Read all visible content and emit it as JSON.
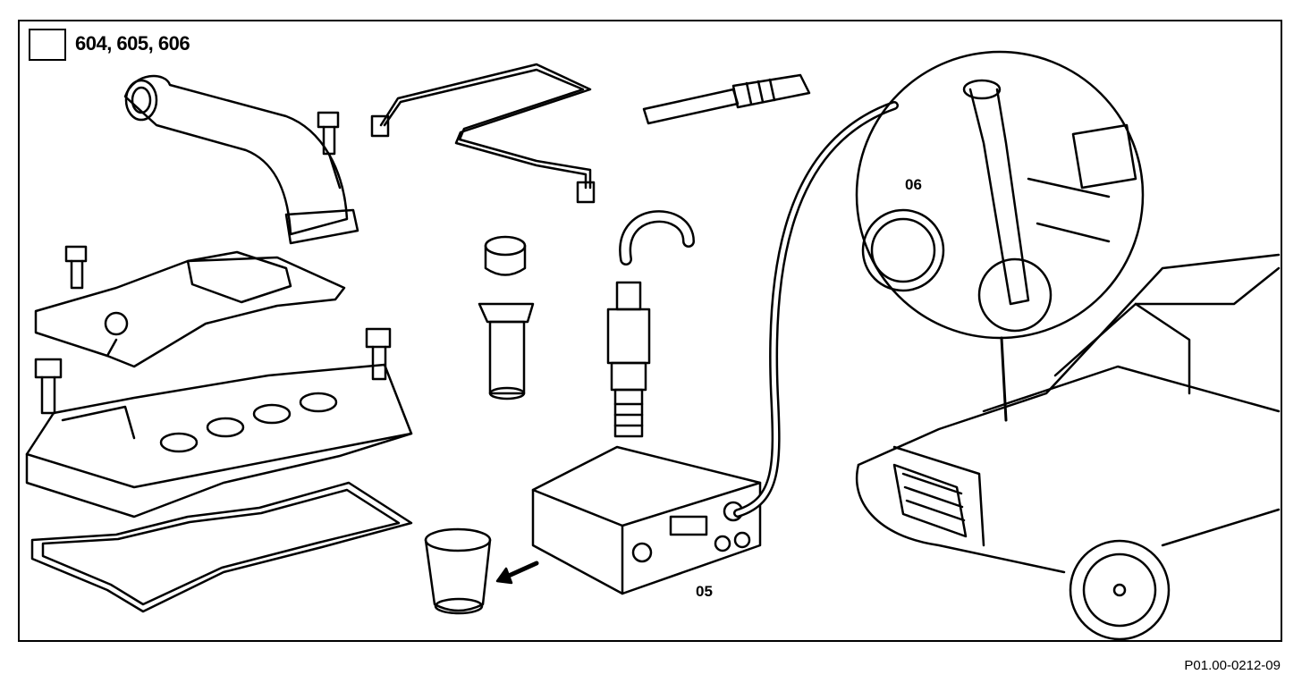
{
  "header": {
    "engine_codes": "604, 605, 606",
    "icon": "engine-icon"
  },
  "callouts": {
    "tester": "05",
    "sensor": "06"
  },
  "figure_code": "P01.00-0212-09"
}
